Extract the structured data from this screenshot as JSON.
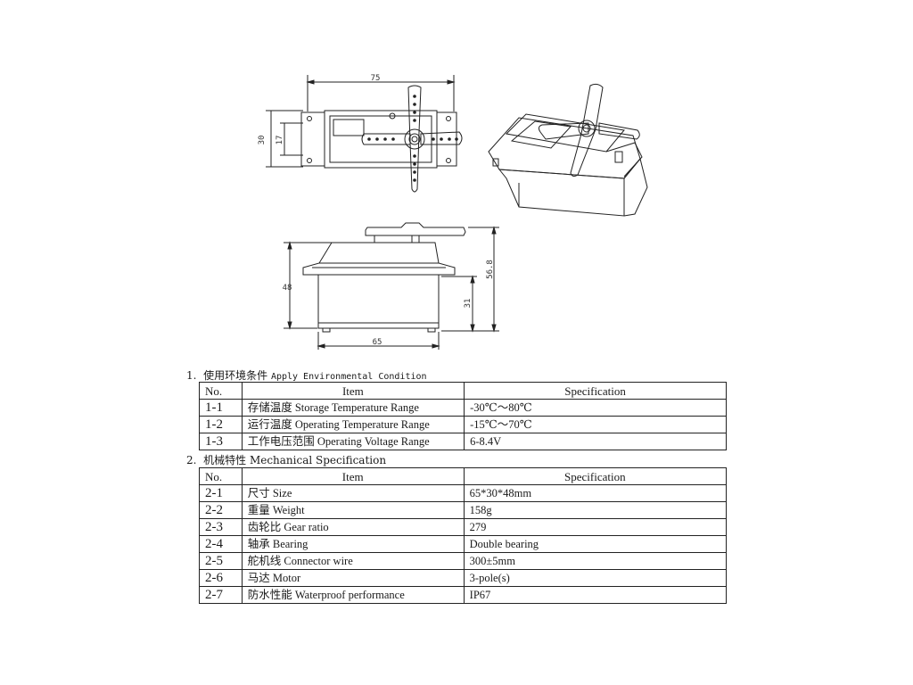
{
  "drawing": {
    "top_view": {
      "width_label": "75",
      "height_outer_label": "30",
      "height_inner_label": "17"
    },
    "side_view": {
      "height_label": "48",
      "total_height_label": "56.8",
      "lower_height_label": "31",
      "width_label": "65"
    }
  },
  "sections": [
    {
      "number": "1.",
      "title_cn": "使用环境条件",
      "title_en": "Apply Environmental Condition",
      "headers": {
        "no": "No.",
        "item": "Item",
        "spec": "Specification"
      },
      "rows": [
        {
          "no": "1-1",
          "item": "存储温度  Storage Temperature Range",
          "spec": "-30℃～80℃"
        },
        {
          "no": "1-2",
          "item": "运行温度  Operating Temperature Range",
          "spec": "-15℃～70℃"
        },
        {
          "no": "1-3",
          "item": "工作电压范围 Operating Voltage Range",
          "spec": "6-8.4V"
        }
      ]
    },
    {
      "number": "2.",
      "title_cn": "机械特性",
      "title_en": "Mechanical Specification",
      "headers": {
        "no": "No.",
        "item": "Item",
        "spec": "Specification"
      },
      "rows": [
        {
          "no": "2-1",
          "item": "尺寸  Size",
          "spec": "65*30*48mm"
        },
        {
          "no": "2-2",
          "item": "重量  Weight",
          "spec": "158g"
        },
        {
          "no": "2-3",
          "item": "齿轮比  Gear ratio",
          "spec": "279"
        },
        {
          "no": "2-4",
          "item": "轴承  Bearing",
          "spec": "Double bearing"
        },
        {
          "no": "2-5",
          "item": "舵机线  Connector wire",
          "spec": "300±5mm"
        },
        {
          "no": "2-6",
          "item": "马达  Motor",
          "spec": "3-pole(s)"
        },
        {
          "no": "2-7",
          "item": "防水性能 Waterproof performance",
          "spec": "IP67"
        }
      ]
    }
  ]
}
